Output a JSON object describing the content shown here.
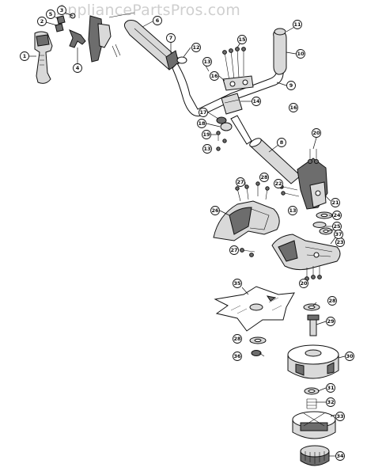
{
  "watermark": "AppliancePartsPros.com",
  "colors": {
    "line": "#111111",
    "part_fill": "#d9d9d9",
    "part_dark": "#6d6d6d",
    "watermark": "#cfcfcf"
  },
  "callouts": [
    "1",
    "2",
    "3",
    "4",
    "5",
    "6",
    "7",
    "8",
    "9",
    "10",
    "11",
    "12",
    "13",
    "14",
    "15",
    "16",
    "17",
    "18",
    "19",
    "20",
    "21",
    "22",
    "23",
    "24",
    "25",
    "26",
    "27",
    "28",
    "29",
    "30",
    "31",
    "32",
    "33",
    "34",
    "35",
    "36",
    "37"
  ],
  "extra_labels": {
    "16b": "16",
    "13b": "13",
    "13c": "13",
    "20b": "20",
    "27b": "27",
    "28b": "28"
  }
}
